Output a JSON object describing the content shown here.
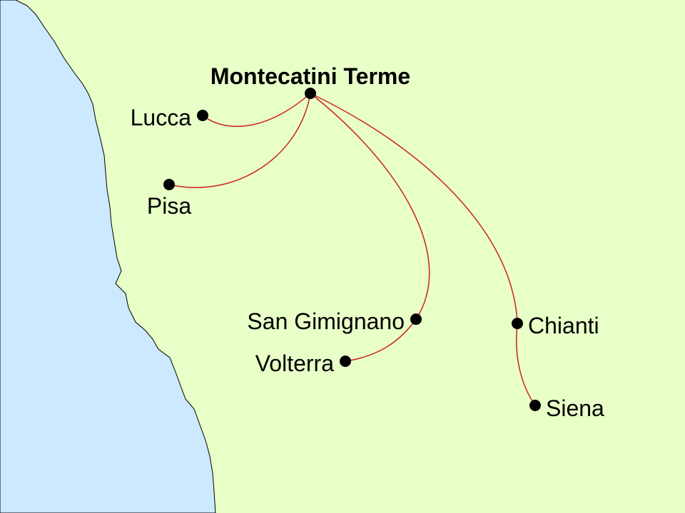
{
  "colors": {
    "land": "#e8ffc8",
    "sea": "#cce9ff",
    "coastline": "#000000",
    "route": "#cc2222",
    "marker": "#000000"
  },
  "hub": {
    "name": "Montecatini Terme"
  },
  "destinations": [
    {
      "id": "lucca",
      "name": "Lucca"
    },
    {
      "id": "pisa",
      "name": "Pisa"
    },
    {
      "id": "san-gimignano",
      "name": "San Gimignano"
    },
    {
      "id": "volterra",
      "name": "Volterra"
    },
    {
      "id": "chianti",
      "name": "Chianti"
    },
    {
      "id": "siena",
      "name": "Siena"
    }
  ],
  "routes": [
    {
      "from": "Montecatini Terme",
      "to": "Lucca"
    },
    {
      "from": "Montecatini Terme",
      "to": "Pisa"
    },
    {
      "from": "Montecatini Terme",
      "to": "San Gimignano"
    },
    {
      "from": "San Gimignano",
      "to": "Volterra"
    },
    {
      "from": "Montecatini Terme",
      "to": "Chianti"
    },
    {
      "from": "Chianti",
      "to": "Siena"
    }
  ]
}
